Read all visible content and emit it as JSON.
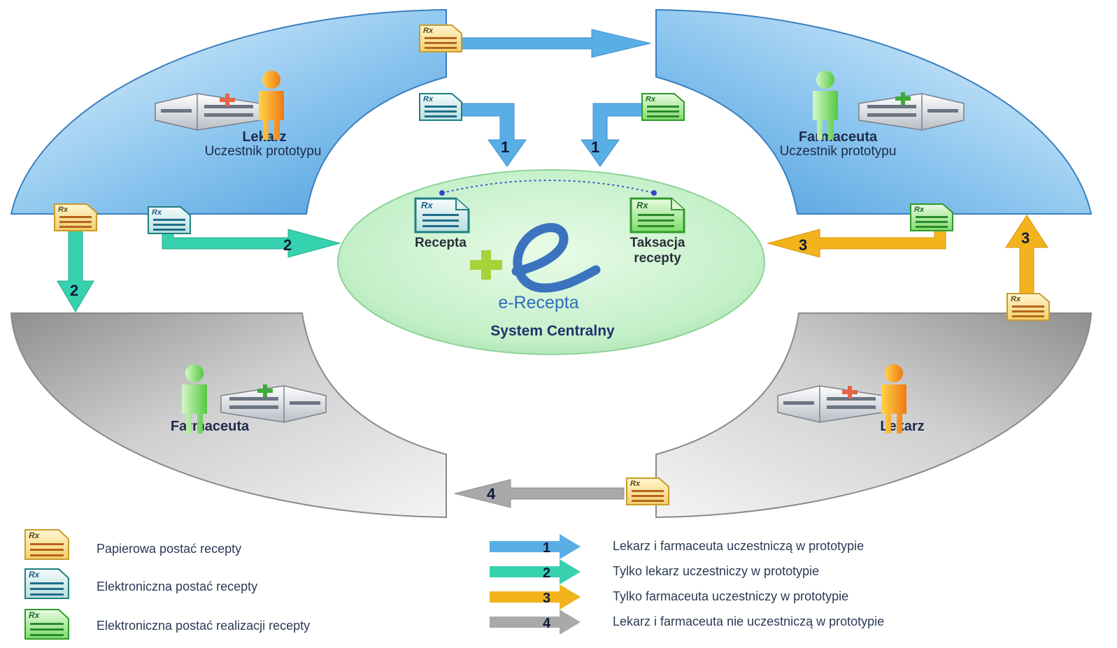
{
  "quadrants": {
    "top_left": {
      "title": "Lekarz",
      "subtitle": "Uczestnik prototypu"
    },
    "top_right": {
      "title": "Farmaceuta",
      "subtitle": "Uczestnik prototypu"
    },
    "bottom_left": {
      "title": "Farmaceuta"
    },
    "bottom_right": {
      "title": "Lekarz"
    }
  },
  "center": {
    "doc_left_label": "Recepta",
    "doc_right_label_line1": "Taksacja",
    "doc_right_label_line2": "recepty",
    "logo_text": "e-Recepta",
    "system_label": "System Centralny"
  },
  "arrow_numbers": {
    "one": "1",
    "two": "2",
    "three": "3",
    "four": "4"
  },
  "doc_icon_text": "Rx",
  "legend": {
    "documents": [
      {
        "label": "Papierowa postać recepty",
        "kind": "paper"
      },
      {
        "label": "Elektroniczna postać recepty",
        "kind": "electronic"
      },
      {
        "label": "Elektroniczna postać realizacji recepty",
        "kind": "realization"
      }
    ],
    "arrows": [
      {
        "number": "1",
        "label": "Lekarz i farmaceuta uczestniczą w prototypie",
        "color": "#5aaee6"
      },
      {
        "number": "2",
        "label": "Tylko lekarz uczestniczy w prototypie",
        "color": "#36d1ae"
      },
      {
        "number": "3",
        "label": "Tylko farmaceuta uczestniczy w prototypie",
        "color": "#f2b31d"
      },
      {
        "number": "4",
        "label": "Lekarz i farmaceuta nie uczestniczą w prototypie",
        "color": "#a9a9a9"
      }
    ]
  },
  "colors": {
    "blue_panel": "#5da8e3",
    "grey_panel": "#b9b9b9",
    "center_fill": "#c9f3cc",
    "arrow_blue": "#5aaee6",
    "arrow_green": "#36d1ae",
    "arrow_yellow": "#f2b31d",
    "arrow_grey": "#a9a9a9"
  }
}
